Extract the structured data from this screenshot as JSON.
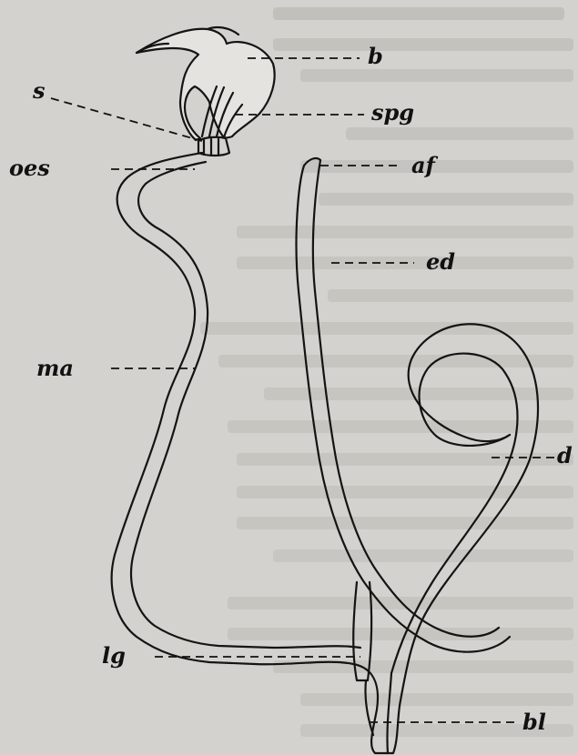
{
  "labels": {
    "b": "b",
    "s": "s",
    "spg": "spg",
    "oes": "oes",
    "af": "af",
    "ed": "ed",
    "ma": "ma",
    "d": "d",
    "lg": "lg",
    "bl": "bl"
  }
}
